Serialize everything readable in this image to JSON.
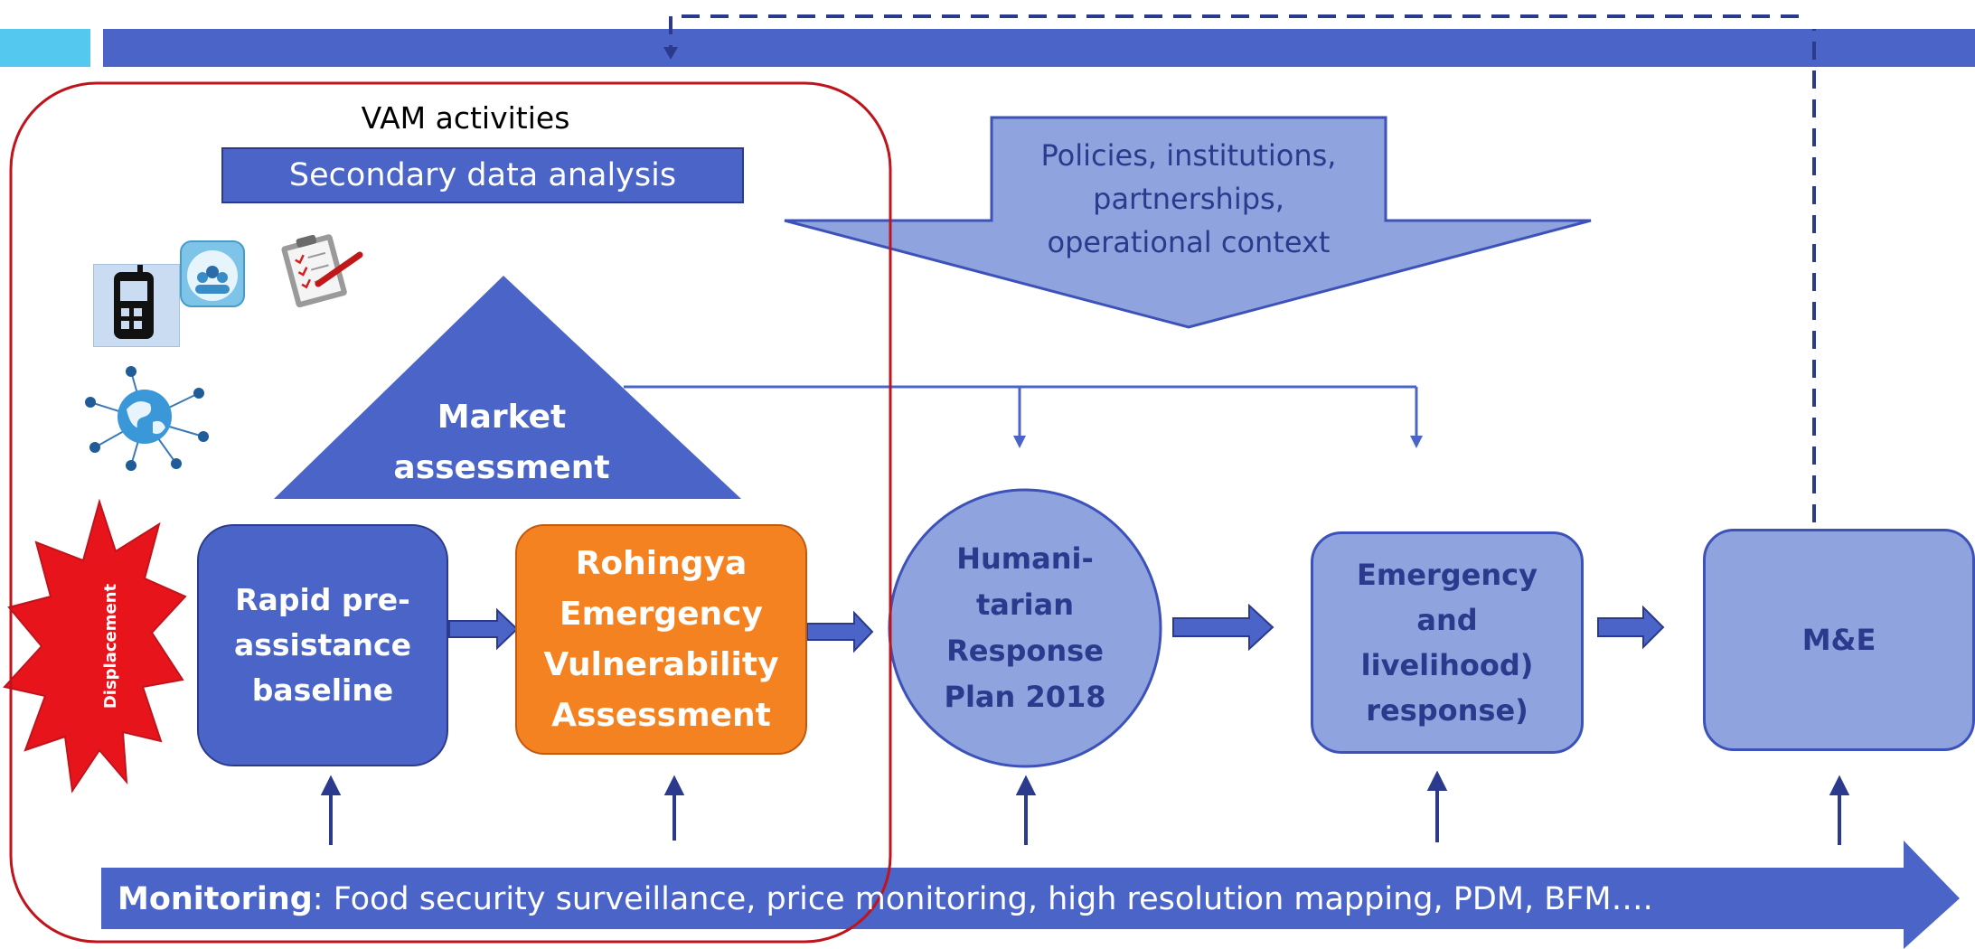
{
  "vam": {
    "label": "VAM activities",
    "secondary_data_analysis": "Secondary data analysis"
  },
  "policies_arrow": {
    "text": "Policies, institutions, partnerships, operational context"
  },
  "market_assessment": {
    "label": "Market assessment"
  },
  "displacement": {
    "label": "Displacement"
  },
  "boxes": {
    "rapid_baseline": "Rapid pre-assistance baseline",
    "revaluation": "Rohingya Emergency Vulnerability Assessment",
    "hrp": "Humani-tarian Response Plan 2018",
    "response": "Emergency and livelihood) response)",
    "me": "M&E"
  },
  "monitoring": {
    "label": "Monitoring",
    "text": ": Food security surveillance, price monitoring, high resolution mapping, PDM, BFM…."
  },
  "colors": {
    "dark_blue": "#4A64C8",
    "light_blue": "#8FA3DF",
    "orange": "#F58220",
    "cyan": "#55C8F0",
    "red_border": "#C0141C",
    "starburst": "#E8141C"
  },
  "icons": [
    "mobile-phone-icon",
    "people-chat-icon",
    "clipboard-checklist-icon",
    "globe-network-icon"
  ]
}
